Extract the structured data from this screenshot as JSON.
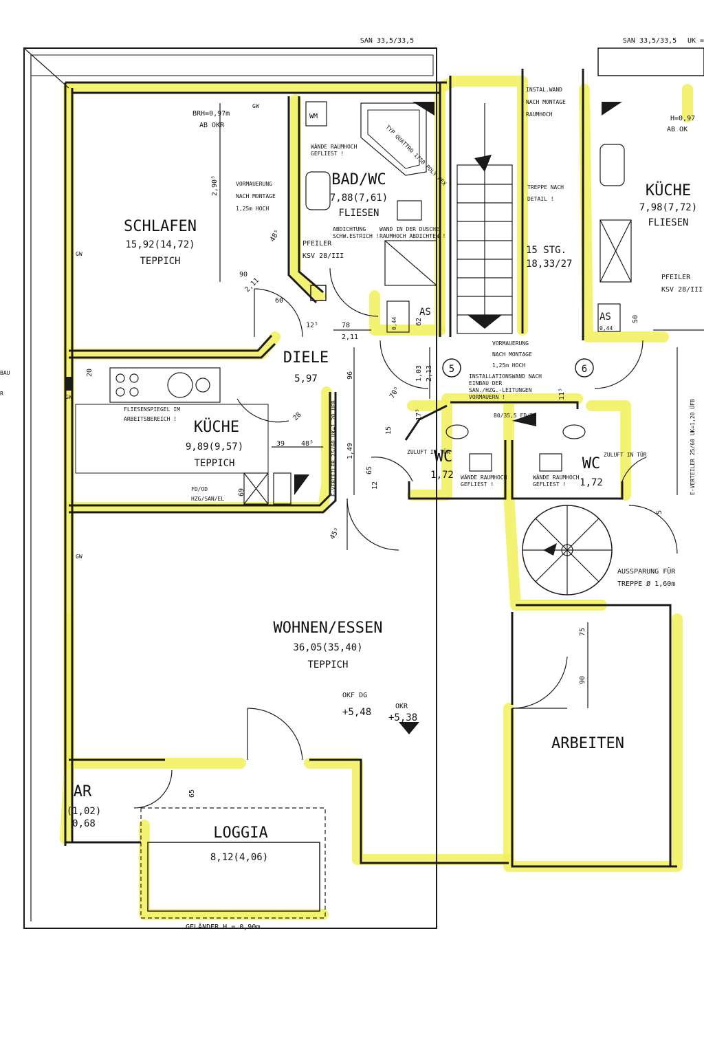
{
  "rooms": {
    "schlafen": {
      "name": "SCHLAFEN",
      "area": "15,92(14,72)",
      "floor": "TEPPICH"
    },
    "bad": {
      "name": "BAD/WC",
      "area": "7,88(7,61)",
      "floor": "FLIESEN"
    },
    "kueche_right": {
      "name": "KÜCHE",
      "area": "7,98(7,72)",
      "floor": "FLIESEN"
    },
    "diele": {
      "name": "DIELE",
      "area": "5,97"
    },
    "kueche_left": {
      "name": "KÜCHE",
      "area": "9,89(9,57)",
      "floor": "TEPPICH"
    },
    "wc_left": {
      "name": "WC",
      "area": "1,72"
    },
    "wc_right": {
      "name": "WC",
      "area": "1,72"
    },
    "wohnen": {
      "name": "WOHNEN/ESSEN",
      "area": "36,05(35,40)",
      "floor": "TEPPICH"
    },
    "arbeiten": {
      "name": "ARBEITEN"
    },
    "ar": {
      "name": "AR",
      "area1": "(1,02)",
      "area2": "0,68"
    },
    "loggia": {
      "name": "LOGGIA",
      "area": "8,12(4,06)"
    }
  },
  "notes": {
    "san_left": "SAN 33,5/33,5",
    "san_right": "SAN 33,5/33,5",
    "uk": "UK =",
    "brh_left_1": "BRH=0,97m",
    "brh_left_2": "AB OKR",
    "brh_right_1": "H=0,97",
    "brh_right_2": "AB OK",
    "vormauerung_1a": "VORMAUERUNG",
    "vormauerung_1b": "NACH MONTAGE",
    "vormauerung_1c": "1,25m HOCH",
    "installwand_1": "INSTAL.WAND",
    "installwand_2": "NACH MONTAGE",
    "installwand_3": "RAUMHOCH",
    "treppe_detail_1": "TREPPE NACH",
    "treppe_detail_2": "DETAIL !",
    "stg_1": "15 STG.",
    "stg_2": "18,33/27",
    "wm": "WM",
    "waende_gefliest_1": "WÄNDE RAUMHOCH",
    "waende_gefliest_2": "GEFLIEST !",
    "abdichtung_1": "ABDICHTUNG",
    "abdichtung_2": "SCHW.ESTRICH !",
    "wand_dusche_1": "WAND IN DER DUSCHE",
    "wand_dusche_2": "RAUMHOCH ABDICHTEN !",
    "pfeiler_left_1": "PFEILER",
    "pfeiler_left_2": "KSV 28/III",
    "pfeiler_right_1": "PFEILER",
    "pfeiler_right_2": "KSV 28/III",
    "fliesenspiegel_1": "FLIESENSPIEGEL IM",
    "fliesenspiegel_2": "ARBEITSBEREICH !",
    "vormauerung_2a": "VORMAUERUNG",
    "vormauerung_2b": "NACH MONTAGE",
    "vormauerung_2c": "1,25m HOCH",
    "install_einbau_1": "INSTALLATIONSWAND NACH",
    "install_einbau_2": "EINBAU DER",
    "install_einbau_3": "SAN./HZG.-LEITUNGEN",
    "install_einbau_4": "VORMAUERN !",
    "fd_od_1": "FD/OD",
    "fd_od_2": "HZG/SAN/EL",
    "fd_dd": "80/35,5 FD/DD",
    "zuluft_l": "ZULUFT IN TÜR",
    "zuluft_r": "ZULUFT IN TÜR",
    "waende_wc_l_1": "WÄNDE RAUMHOCH",
    "waende_wc_l_2": "GEFLIEST !",
    "waende_wc_r_1": "WÄNDE RAUMHOCH",
    "waende_wc_r_2": "GEFLIEST !",
    "e_verteiler_l": "E-VERTEILER 25/60 UK=1,20 ÜFB",
    "e_verteiler_r": "E-VERTEILER 25/60 UK=1,20 ÜFB",
    "aussparung_1": "AUSSPARUNG FÜR",
    "aussparung_2": "TREPPE Ø 1,60m",
    "okf_dg": "OKF DG",
    "okf_val": "+5,48",
    "okr": "OKR",
    "okr_val": "+5,38",
    "gelaender": "GELÄNDER H = 0,90m",
    "gw": "GW",
    "as": "AS",
    "as_val": "0,44",
    "bau_fragment": "BAU",
    "r_fragment": "R",
    "quattro": "TYP QUATTRO 1750 POLY PEX"
  },
  "dims": {
    "d_2_90": "2,90⁵",
    "d_90": "90",
    "d_2_11": "2,11",
    "d_60": "60",
    "d_12_5": "12⁵",
    "d_78": "78",
    "d_2_11b": "2,11",
    "d_96": "96",
    "d_1_03": "1,03",
    "d_2_13": "2,13",
    "d_70_5": "70⁵",
    "d_17_5": "17⁵",
    "d_1_49": "1,49",
    "d_15": "15",
    "d_65": "65",
    "d_12": "12",
    "d_20": "20",
    "d_28": "28",
    "d_39": "39",
    "d_48_5": "48⁵",
    "d_69": "69",
    "d_45_5": "45⁵",
    "d_75": "75",
    "d_90b": "90",
    "d_65b": "65",
    "d_50": "50",
    "d_62": "62",
    "d_11_5": "11⁵",
    "d_5": "5",
    "d_48_5b": "48⁵",
    "circle_5": "5",
    "circle_6": "6"
  },
  "colors": {
    "highlight": "#f2f05a",
    "line": "#1a1a1a"
  }
}
